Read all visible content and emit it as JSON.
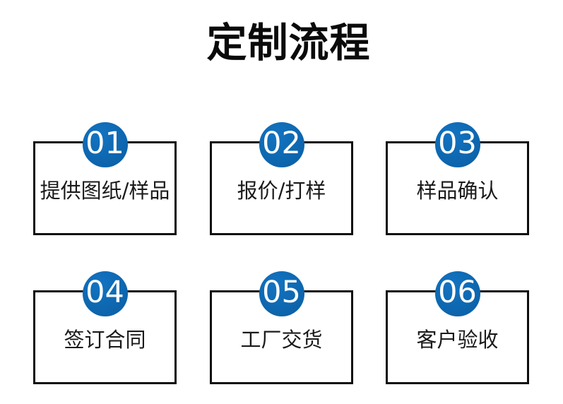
{
  "title": "定制流程",
  "colors": {
    "badge_blue": "#0d68b2",
    "box_border": "#0f0f0f",
    "label_text": "#1a1a1a",
    "number_text": "#ffffff",
    "background": "#ffffff"
  },
  "steps": [
    {
      "number": "01",
      "label": "提供图纸/样品"
    },
    {
      "number": "02",
      "label": "报价/打样"
    },
    {
      "number": "03",
      "label": "样品确认"
    },
    {
      "number": "04",
      "label": "签订合同"
    },
    {
      "number": "05",
      "label": "工厂交货"
    },
    {
      "number": "06",
      "label": "客户验收"
    }
  ]
}
